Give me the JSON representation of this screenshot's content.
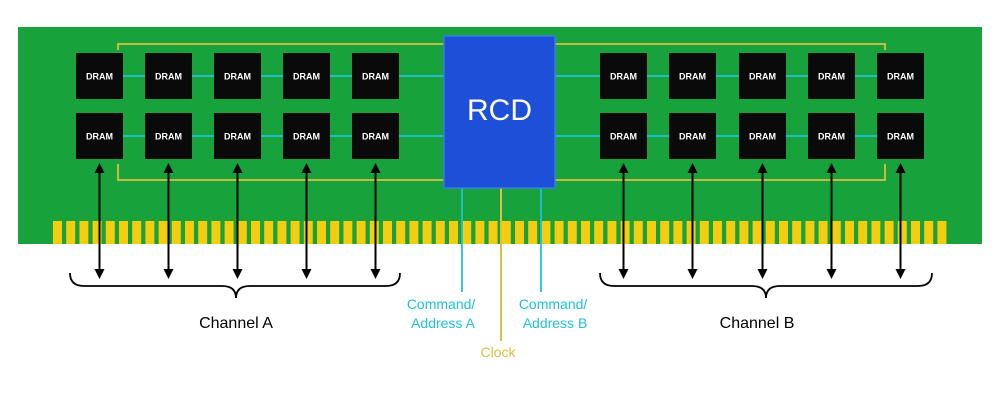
{
  "colors": {
    "pcb": "#17a23c",
    "pin": "#f4cc10",
    "chip": "#0a0a0a",
    "rcd": "#1d50d6",
    "rcd_border": "#3a78f0",
    "clock": "#dcc040",
    "command": "#1fc2d6",
    "arrow": "#000000"
  },
  "dram_label": "DRAM",
  "rcd": {
    "label": "RCD"
  },
  "channels": [
    {
      "id": "a",
      "label": "Channel A"
    },
    {
      "id": "b",
      "label": "Channel B"
    }
  ],
  "signals": {
    "command_a": [
      "Command/",
      "Address A"
    ],
    "command_b": [
      "Command/",
      "Address B"
    ],
    "clock": "Clock"
  }
}
